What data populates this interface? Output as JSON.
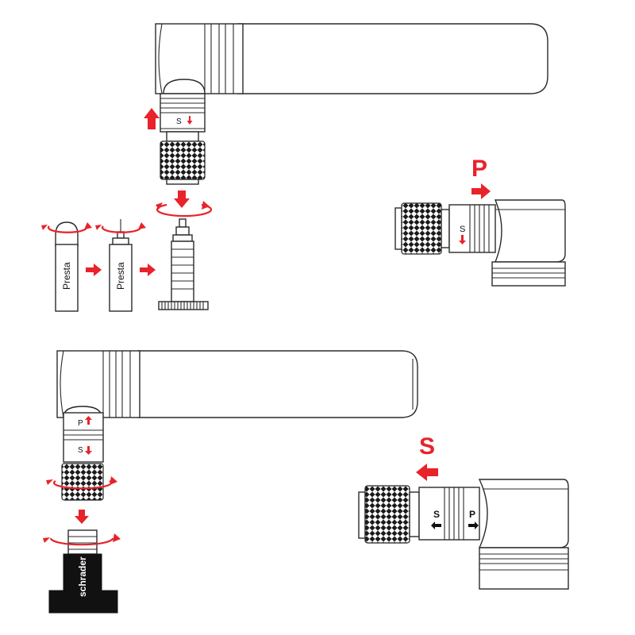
{
  "labels": {
    "presta_cap": "Presta",
    "presta_open": "Presta",
    "schrader": "schrader",
    "p_mode": "P",
    "s_mode": "S",
    "pump_top_s": "S",
    "head_right_s": "S",
    "pump_bottom_p": "P",
    "pump_bottom_s": "S",
    "head_bottom_s": "S",
    "head_bottom_p": "P"
  },
  "colors": {
    "accent": "#e8232a",
    "outline": "#2a2a2a",
    "schrader_body": "#111111"
  },
  "icons": {
    "rotate": "rotate-arrow-icon",
    "direction": "direction-arrow-icon",
    "small_arrow": "small-arrow-icon"
  }
}
